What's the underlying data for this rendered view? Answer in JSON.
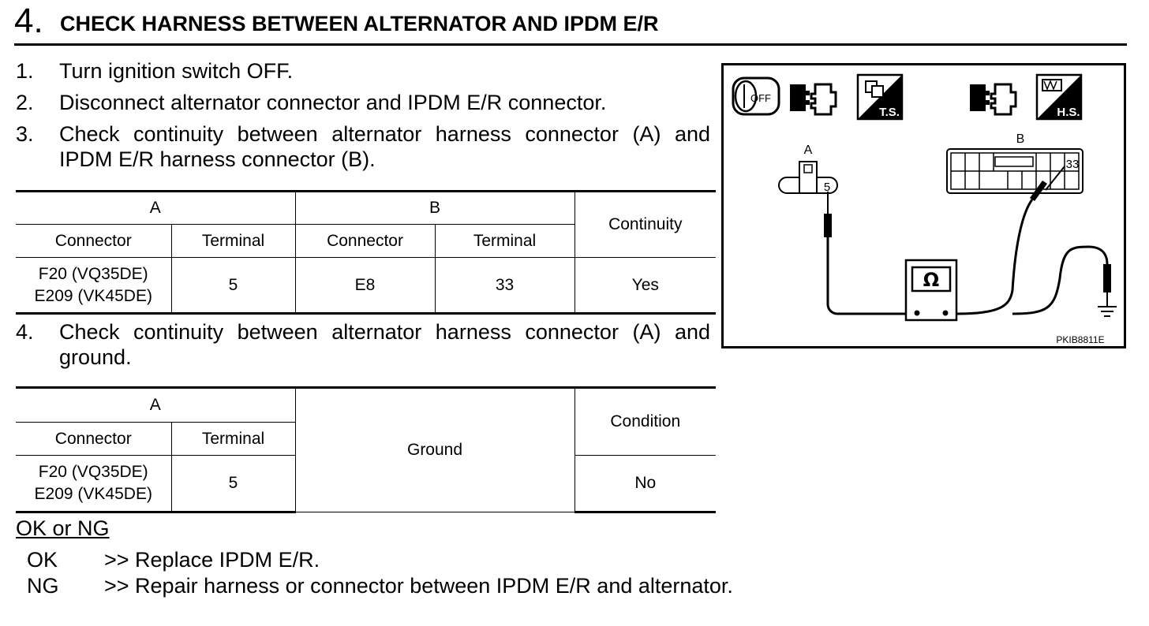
{
  "step": {
    "number": "4.",
    "title": "CHECK HARNESS BETWEEN ALTERNATOR AND IPDM E/R"
  },
  "instructions": [
    {
      "num": "1.",
      "text": "Turn ignition switch OFF."
    },
    {
      "num": "2.",
      "text": "Disconnect alternator connector and IPDM E/R connector."
    },
    {
      "num": "3.",
      "line1": "Check continuity between alternator harness connector (A) and",
      "line2": "IPDM E/R harness connector (B)."
    }
  ],
  "table1": {
    "group_a": "A",
    "group_b": "B",
    "result_header": "Continuity",
    "col_connector": "Connector",
    "col_terminal": "Terminal",
    "row": {
      "a_connector_1": "F20 (VQ35DE)",
      "a_connector_2": "E209 (VK45DE)",
      "a_terminal": "5",
      "b_connector": "E8",
      "b_terminal": "33",
      "result": "Yes"
    }
  },
  "instruction4": {
    "num": "4.",
    "line1": "Check continuity between alternator harness connector (A) and",
    "line2": "ground."
  },
  "table2": {
    "group_a": "A",
    "col_connector": "Connector",
    "col_terminal": "Terminal",
    "ground": "Ground",
    "result_header": "Condition",
    "row": {
      "a_connector_1": "F20 (VQ35DE)",
      "a_connector_2": "E209 (VK45DE)",
      "a_terminal": "5",
      "result": "No"
    }
  },
  "ok_ng": {
    "heading": "OK or NG",
    "ok_key": "OK",
    "ok_text": ">> Replace IPDM E/R.",
    "ng_key": "NG",
    "ng_text": ">> Repair harness or connector between IPDM E/R and alternator."
  },
  "figure": {
    "icon_off_text": "OFF",
    "ts_label": "T.S.",
    "hs_label": "H.S.",
    "label_a": "A",
    "label_b": "B",
    "pin_a": "5",
    "pin_b": "33",
    "meter_symbol": "Ω",
    "figure_id": "PKIB8811E"
  }
}
